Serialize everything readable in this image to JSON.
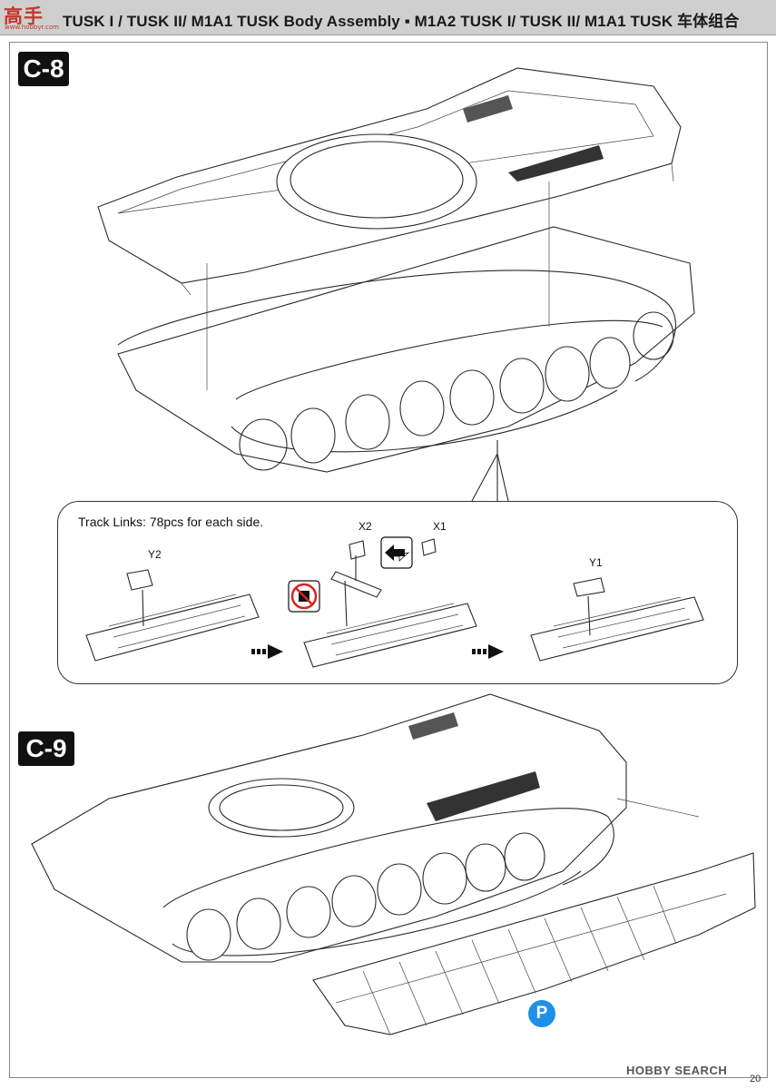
{
  "header": {
    "title": "TUSK I / TUSK II/ M1A1 TUSK Body Assembly ▪ M1A2 TUSK I/ TUSK II/ M1A1 TUSK 车体组合",
    "logo_text": "高手",
    "logo_small": "www.hobbyr.com"
  },
  "steps": [
    {
      "id": "C-8"
    },
    {
      "id": "C-9"
    }
  ],
  "callout": {
    "text": "Track Links: 78pcs for each side.",
    "parts": {
      "y2": "Y2",
      "x2": "X2",
      "x1": "X1",
      "y1": "Y1"
    }
  },
  "markers": {
    "p_part": "P"
  },
  "footer": {
    "watermark": "HOBBY SEARCH",
    "page_number": "20"
  }
}
